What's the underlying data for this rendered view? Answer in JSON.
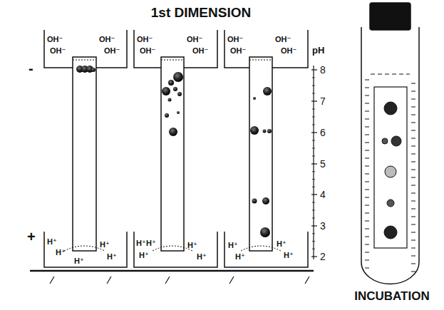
{
  "diagram": {
    "title": "1st DIMENSION",
    "labels": [
      "-",
      "+",
      "OH⁻",
      "OH⁻",
      "OH⁻",
      "OH⁻",
      "OH⁻",
      "OH⁻",
      "OH⁻",
      "OH⁻",
      "OH⁻",
      "OH⁻",
      "OH⁻",
      "OH⁻",
      "pH",
      "8",
      "7",
      "6",
      "5",
      "4",
      "3",
      "2",
      "H⁺",
      "H⁺",
      "H⁺",
      "H⁺",
      "H⁺",
      "H⁺",
      "H⁺",
      "H⁺",
      "H⁺",
      "H⁺",
      "H⁺",
      "H⁺",
      "H⁺",
      "H⁺",
      "INCUBATION"
    ]
  }
}
